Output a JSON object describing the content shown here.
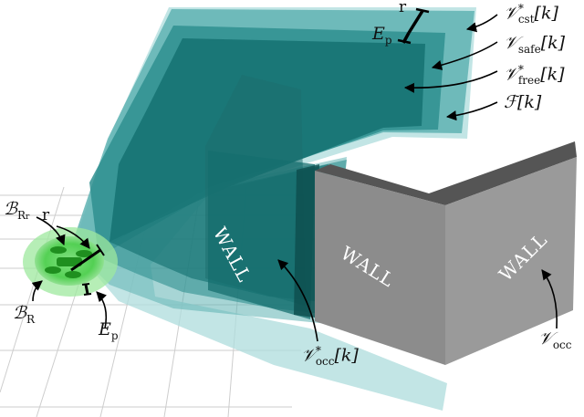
{
  "labels": {
    "v_cst": {
      "sym": "𝒱",
      "sub": "cst",
      "sup": "*",
      "tail": "[k]"
    },
    "v_safe": {
      "sym": "𝒱",
      "sub": "safe",
      "tail": "[k]"
    },
    "v_free": {
      "sym": "𝒱",
      "sub": "free",
      "sup": "*",
      "tail": "[k]"
    },
    "f_k": {
      "sym": "ℱ",
      "tail": "[k]"
    },
    "v_occ_k": {
      "sym": "𝒱",
      "sub": "occ",
      "sup": "*",
      "tail": "[k]"
    },
    "v_occ": {
      "sym": "𝒱",
      "sub": "occ"
    },
    "b_rr": {
      "sym": "ℬ",
      "sub": "R",
      "subsub": "r"
    },
    "b_r": {
      "sym": "ℬ",
      "sub": "R"
    },
    "r_top": "r",
    "ep_top": {
      "sym": "E",
      "sub": "p"
    },
    "r_robot": "r",
    "ep_robot": {
      "sym": "E",
      "sub": "p"
    }
  },
  "walls": [
    "WALL",
    "WALL",
    "WALL"
  ],
  "colors": {
    "free_space": "#aedcdc",
    "constraint": "#5fb3b3",
    "safe": "#2f8f8f",
    "free_star": "#157272",
    "wall_face": "#8c8c8c",
    "wall_top": "#555555",
    "robot": "#3dcc3d"
  }
}
